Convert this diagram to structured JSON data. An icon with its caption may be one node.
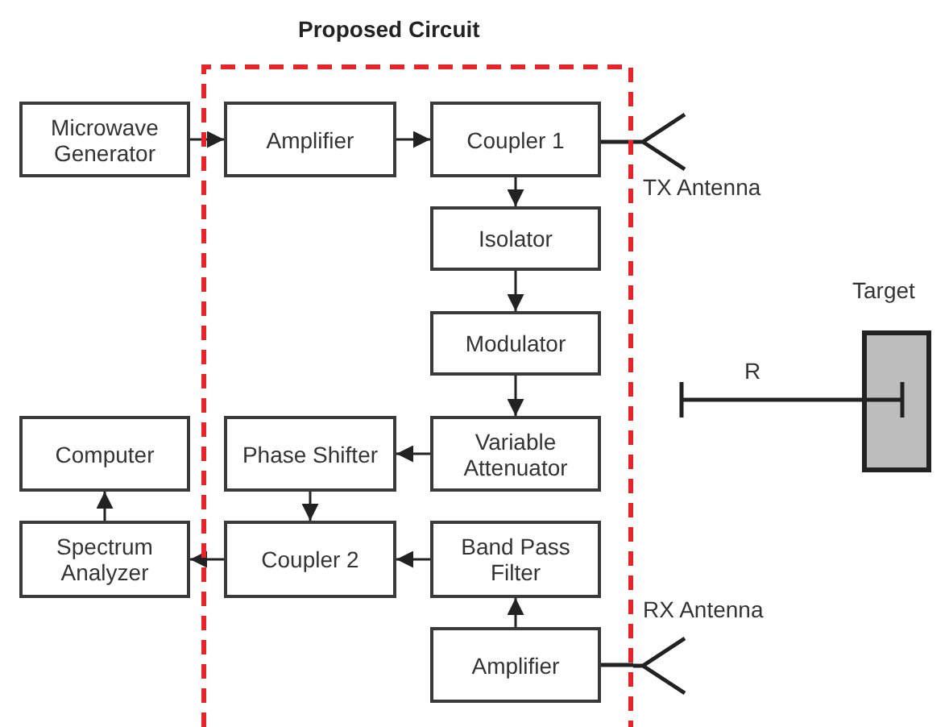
{
  "diagram": {
    "nodes": [
      {
        "text": [
          "Proposed Circuit"
        ]
      },
      {
        "text": [
          "Microwave Generator"
        ]
      },
      {
        "text": [
          "Amplifier"
        ],
        "in": 0
      },
      {
        "text": [
          "Coupler 1"
        ],
        "in": 0
      },
      {
        "text": [
          "TX Antenna"
        ]
      },
      {
        "text": [
          "Isolator"
        ],
        "in": 0
      },
      {
        "text": [
          "Modulator"
        ],
        "in": 0
      },
      {
        "text": [
          "Target"
        ]
      },
      {
        "text": [
          "Computer"
        ]
      },
      {
        "text": [
          "Phase Shifter"
        ],
        "in": 0
      },
      {
        "text": [
          "Variable Attenuator"
        ],
        "in": 0
      },
      {
        "text": [
          "Spectrum Analyzer"
        ]
      },
      {
        "text": [
          "Coupler 2"
        ],
        "in": 0
      },
      {
        "text": [
          "Band Pass Filter"
        ],
        "in": 0
      },
      {
        "text": [
          "RX Antenna"
        ]
      },
      {
        "text": [
          "Amplifier"
        ],
        "in": 0
      }
    ],
    "edges": [
      {
        "from": 1,
        "to": 2,
        "arrow": "to"
      },
      {
        "from": 2,
        "to": 3,
        "arrow": "to"
      },
      {
        "from": 3,
        "to": 4,
        "arrow": "none"
      },
      {
        "from": 3,
        "to": 5,
        "arrow": "to"
      },
      {
        "from": 5,
        "to": 6,
        "arrow": "to"
      },
      {
        "from": 6,
        "to": 10,
        "arrow": "to"
      },
      {
        "from": 10,
        "to": 9,
        "arrow": "to"
      },
      {
        "from": 9,
        "to": 12,
        "arrow": "to"
      },
      {
        "from": 13,
        "to": 12,
        "arrow": "to"
      },
      {
        "from": 15,
        "to": 13,
        "arrow": "to"
      },
      {
        "from": 14,
        "to": 15,
        "arrow": "none"
      },
      {
        "from": 12,
        "to": 11,
        "arrow": "to"
      },
      {
        "from": 11,
        "to": 8,
        "arrow": "to"
      }
    ],
    "labels": [
      "R"
    ]
  }
}
